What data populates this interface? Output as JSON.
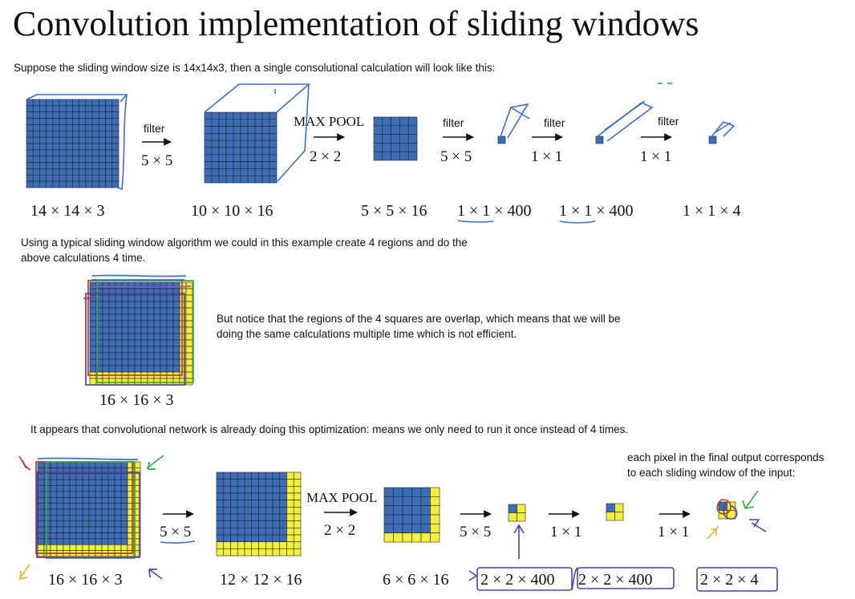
{
  "title": "Convolution implementation of sliding windows",
  "intro": "Suppose the sliding window size is 14x14x3, then a single consolutional calculation will look like this:",
  "row1": {
    "filter_1": "filter",
    "op_1": "5 × 5",
    "maxpool": "MAX POOL",
    "op_pool": "2 × 2",
    "filter_2": "filter",
    "op_2": "5 × 5",
    "filter_3": "filter",
    "op_3": "1 × 1",
    "filter_4": "filter",
    "op_4": "1 × 1",
    "dims": [
      "14 × 14  × 3",
      "10 × 10 × 16",
      "5 × 5 × 16",
      "1 × 1 × 400",
      "1 × 1 × 400",
      "1 × 1 × 4"
    ]
  },
  "para2": [
    "Using a typical sliding window algorithm we could in this example create 4 regions and do the",
    "above calculations 4 time."
  ],
  "note": [
    "But notice that the regions of the 4 squares are overlap, which means that we will be",
    "doing the same calculations multiple time which is not efficient."
  ],
  "dim_16": "16 × 16 × 3",
  "para3": "It appears that convolutional network is already doing this optimization: means we only need to run it once instead of 4 times.",
  "row2": {
    "op_1": "5 × 5",
    "maxpool": "MAX POOL",
    "op_pool": "2 × 2",
    "op_2": "5 × 5",
    "op_3": "1 × 1",
    "op_4": "1 × 1",
    "note": [
      "each pixel in the final output corresponds",
      "to each sliding window of the input:"
    ],
    "dims": [
      "16 × 16 × 3",
      "12 × 12 × 16",
      "6 × 6 × 16",
      "2 × 2 × 400",
      "2 × 2 × 400",
      "2 × 2 × 4"
    ]
  },
  "colors": {
    "blue": "#3f6db5",
    "yellow": "#f6ef3a",
    "grid": "#1b2233",
    "ink_purple": "#5a3ea8",
    "ink_blue": "#3a6fd0"
  }
}
